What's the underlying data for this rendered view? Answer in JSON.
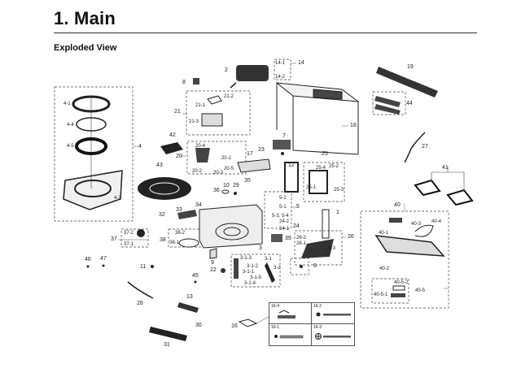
{
  "header": {
    "title": "1.  Main",
    "subtitle": "Exploded View"
  },
  "labels": {
    "p1": "1",
    "p2": "2",
    "p3": "3",
    "p3_1": "3-1",
    "p3_2": "3-2",
    "p3_1_1": "3-1-1",
    "p3_1_2": "3-1-2",
    "p3_1_3": "3-1-3",
    "p3_1_4": "3-1-4",
    "p3_1_5": "3-1-5",
    "p4": "4",
    "p4_1": "4-1",
    "p4_2": "4-2",
    "p4_4": "4-4",
    "p4_5": "4-5",
    "p5": "5",
    "p5_1": "5-1",
    "p5_2": "5-2",
    "p5_3": "5-3, 5-4",
    "p6": "6",
    "p7": "7",
    "p8": "8",
    "p9": "9",
    "p10": "10",
    "p11": "11",
    "p12": "12",
    "p13": "13",
    "p14": "14",
    "p14_1": "14-1",
    "p14_2": "14-2",
    "p16": "16",
    "p16_1": "16-1",
    "p16_2": "16-2",
    "p16_3": "16-3",
    "p16_4": "16-4",
    "p17": "17",
    "p18": "18",
    "p19": "19",
    "p20": "20",
    "p20_1": "20-1",
    "p20_2": "20-2",
    "p20_3": "20-3",
    "p20_4": "20-4",
    "p20_5": "20-5",
    "p21": "21",
    "p21_1": "21-1",
    "p21_2": "21-2",
    "p21_3": "21-3",
    "p22": "22",
    "p23": "23",
    "p24": "24",
    "p24_1": "24-1",
    "p24_2": "24-2",
    "p25": "25",
    "p25_1": "25-1",
    "p25_2": "25-2",
    "p25_3": "25-3",
    "p25_4": "25-4",
    "p26": "26",
    "p26_1": "26-1",
    "p26_2": "26-2",
    "p26_3": "26-3",
    "p27": "27",
    "p28": "28",
    "p29": "29",
    "p30": "30",
    "p31": "31",
    "p32": "32",
    "p33": "33",
    "p34": "34",
    "p35": "35",
    "p36": "36",
    "p37": "37",
    "p37_1": "37-1",
    "p37_2": "37-2",
    "p38": "38",
    "p38_1": "38-1",
    "p38_2": "38-2",
    "p39": "39",
    "p40": "40",
    "p40_1": "40-1",
    "p40_2": "40-2",
    "p40_3": "40-3",
    "p40_4": "40-4",
    "p40_5": "40-5",
    "p40_5_1": "40-5-1",
    "p40_5_2": "40-5-2",
    "p41": "41",
    "p42": "42",
    "p43": "43",
    "p44": "44",
    "p45": "45",
    "p46": "46",
    "p47": "47"
  }
}
